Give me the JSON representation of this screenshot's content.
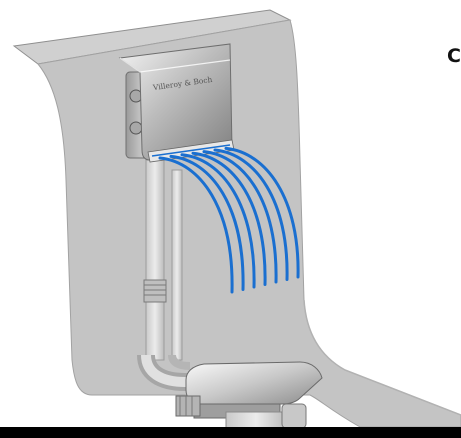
{
  "illustration": {
    "corner_label": "C",
    "brand_text": "Villeroy & Boch",
    "colors": {
      "tub_surface": "#c4c4c4",
      "tub_edge": "#a9a9a9",
      "water_stream": "#1a6fd0",
      "chrome_light": "#e8e8e8",
      "chrome_dark": "#8a8a8a",
      "pipe": "#d6d6d6",
      "background": "#ffffff",
      "bottom_bar": "#000000"
    },
    "stream_count": 7
  }
}
